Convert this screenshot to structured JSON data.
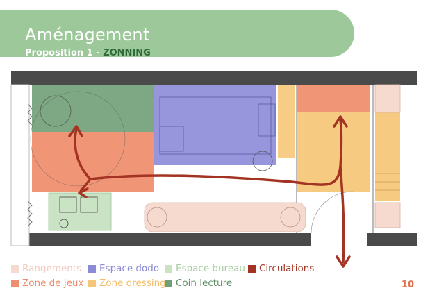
{
  "header": {
    "title": "Aménagement",
    "subtitle_prefix": "Proposition 1 - ",
    "subtitle_accent": "ZONNING"
  },
  "colors": {
    "banner": "#9cc89a",
    "rangements": "#f6dad0",
    "espace_dodo": "#8c8bd8",
    "espace_bureau": "#c9e3c4",
    "circulations": "#a33322",
    "zone_de_jeux": "#f08f70",
    "zone_dressing": "#f6c77a",
    "coin_lecture": "#6f9f76",
    "page_number": "#e2734f"
  },
  "legend": [
    {
      "label": "Rangements",
      "color": "#f6dad0",
      "text_color": "#f0c9bb"
    },
    {
      "label": "Espace dodo",
      "color": "#8c8bd8",
      "text_color": "#8c8bd8"
    },
    {
      "label": "Espace bureau",
      "color": "#c9e3c4",
      "text_color": "#a8d0a2"
    },
    {
      "label": "Circulations",
      "color": "#a33322",
      "text_color": "#a33322"
    },
    {
      "label": "Zone de jeux",
      "color": "#f08f70",
      "text_color": "#ef8a6a"
    },
    {
      "label": "Zone dressing",
      "color": "#f6c77a",
      "text_color": "#f3bd68"
    },
    {
      "label": "Coin lecture",
      "color": "#6f9f76",
      "text_color": "#5f8f66"
    }
  ],
  "page_number": "10"
}
